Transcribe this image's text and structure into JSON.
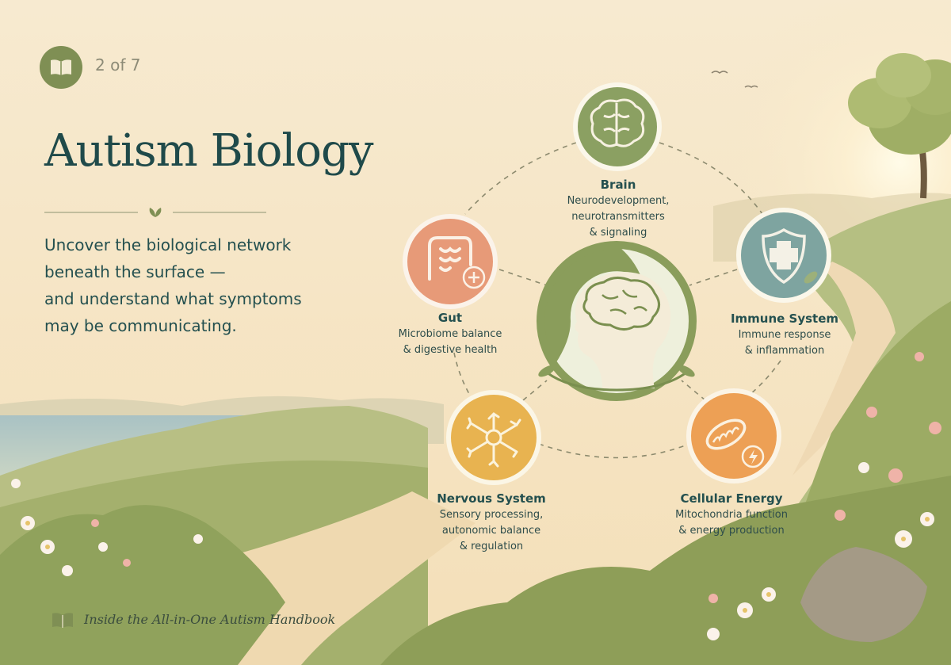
{
  "header": {
    "page_indicator": "2 of 7",
    "title": "Autism Biology",
    "subtitle_lines": [
      "Uncover the biological network",
      "beneath the surface —",
      "and understand what symptoms",
      "may be communicating."
    ]
  },
  "center": {
    "icon": "head-with-brain-icon"
  },
  "nodes": [
    {
      "id": "brain",
      "title": "Brain",
      "icon": "brain-icon",
      "color": "#8ba062",
      "description": [
        "Neurodevelopment,",
        "neurotransmitters",
        "& signaling"
      ]
    },
    {
      "id": "gut",
      "title": "Gut",
      "icon": "intestine-icon",
      "color": "#e79a78",
      "description": [
        "Microbiome balance",
        "& digestive health"
      ]
    },
    {
      "id": "immune",
      "title": "Immune System",
      "icon": "shield-cross-icon",
      "color": "#7ea4a0",
      "description": [
        "Immune response",
        "& inflammation"
      ]
    },
    {
      "id": "nervous",
      "title": "Nervous System",
      "icon": "neuron-icon",
      "color": "#e8b350",
      "description": [
        "Sensory processing,",
        "autonomic balance",
        "& regulation"
      ]
    },
    {
      "id": "cellular",
      "title": "Cellular Energy",
      "icon": "mitochondria-icon",
      "color": "#eda055",
      "description": [
        "Mitochondria function",
        "& energy production"
      ]
    }
  ],
  "footer": {
    "text": "Inside the All-in-One Autism Handbook",
    "icon": "book-icon"
  },
  "colors": {
    "background": "#f6e7c8",
    "title": "#1f4a4a",
    "accent": "#7f8f54"
  }
}
